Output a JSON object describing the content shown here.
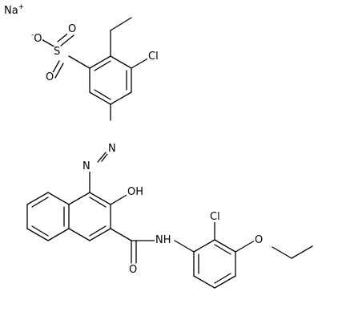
{
  "molecule": {
    "counterion": {
      "symbol": "Na",
      "charge": "+"
    },
    "atoms": {
      "oxide_o": "O",
      "oxide_charge": "-",
      "sulfur": "S",
      "sulfonyl_o_top": "O",
      "sulfonyl_o_bottom": "O",
      "chloro_top": "Cl",
      "azo_n1": "N",
      "azo_n2": "N",
      "hydroxy": "OH",
      "amide_nh": "NH",
      "carbonyl_o": "O",
      "chloro_bottom": "Cl",
      "ether_o": "O"
    }
  }
}
